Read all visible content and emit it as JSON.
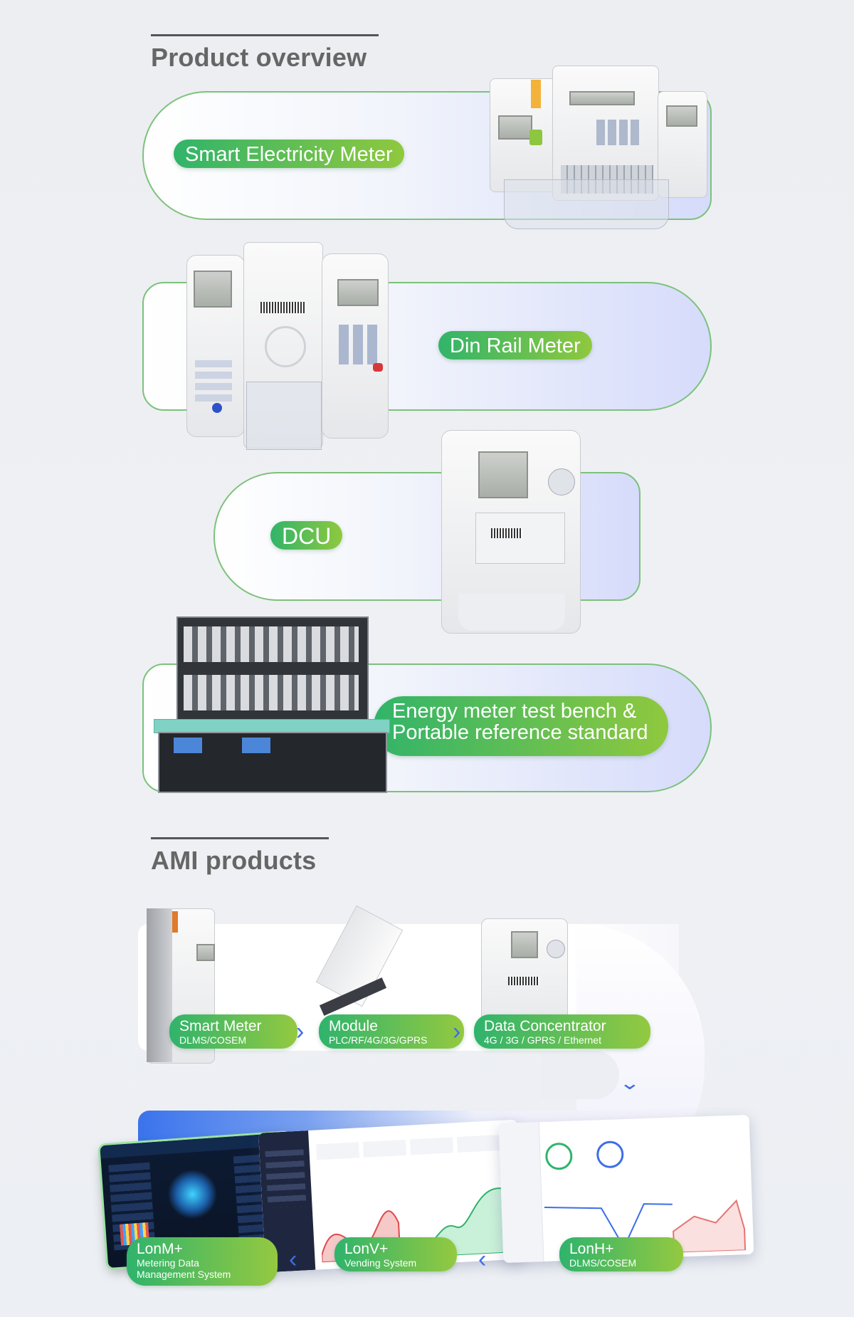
{
  "overview": {
    "title": "Product overview",
    "products": [
      {
        "label": "Smart Electricity Meter"
      },
      {
        "label": "Din Rail Meter"
      },
      {
        "label": "DCU"
      },
      {
        "label": "Energy meter test bench &",
        "label2": "Portable reference standard"
      }
    ]
  },
  "ami": {
    "title": "AMI products",
    "chain": [
      {
        "name": "Smart Meter",
        "sub": "DLMS/COSEM"
      },
      {
        "name": "Module",
        "sub": "PLC/RF/4G/3G/GPRS"
      },
      {
        "name": "Data Concentrator",
        "sub": "4G / 3G / GPRS / Ethernet"
      }
    ],
    "systems": [
      {
        "name": "LonM+",
        "sub1": "Metering Data",
        "sub2": "Management System"
      },
      {
        "name": "LonV+",
        "sub1": "Vending System"
      },
      {
        "name": "LonH+",
        "sub1": "DLMS/COSEM"
      }
    ],
    "icons": {
      "next": "chevron-right-icon",
      "down": "chevron-down-icon",
      "back": "chevron-left-icon"
    }
  },
  "colors": {
    "accent_green": "#31b46a",
    "accent_lime": "#8fc83e",
    "accent_blue": "#3d6ee8",
    "card_border": "#7bc27a"
  }
}
